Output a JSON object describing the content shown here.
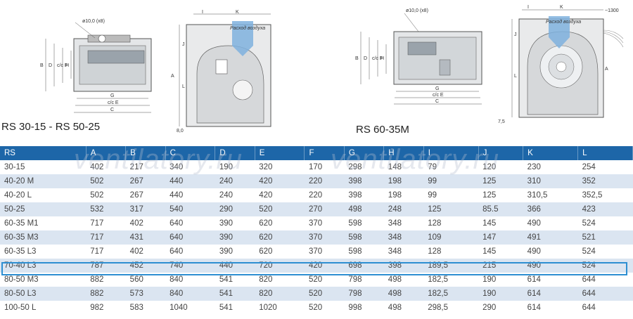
{
  "drawing_left": {
    "hole_label": "ø10,0 (x8)",
    "dims_front": [
      "B",
      "D",
      "c/c F",
      "H",
      "G",
      "c/c E",
      "C"
    ],
    "dims_side": [
      "I",
      "K",
      "J",
      "L",
      "A",
      "8,0"
    ],
    "airflow_label": "Расход воздуха",
    "model_label": "RS 30-15 - RS 50-25"
  },
  "drawing_right": {
    "hole_label": "ø10,0 (x8)",
    "cable_label": "~1300",
    "dims_front": [
      "B",
      "D",
      "c/c F",
      "H",
      "G",
      "c/c E",
      "C"
    ],
    "dims_side": [
      "I",
      "K",
      "J",
      "L",
      "A",
      "7,5"
    ],
    "airflow_label": "Расход воздуха",
    "model_label": "RS 60-35M"
  },
  "watermark": "ventilatory.ru",
  "colors": {
    "header": "#1d66a8",
    "row_alt": "#dbe5f1",
    "highlight": "#2e8fd2"
  },
  "table": {
    "headers": [
      "RS",
      "A",
      "B",
      "C",
      "D",
      "E",
      "F",
      "G",
      "H",
      "I",
      "J",
      "K",
      "L"
    ],
    "rows": [
      [
        "30-15",
        "402",
        "217",
        "340",
        "190",
        "320",
        "170",
        "298",
        "148",
        "79",
        "120",
        "230",
        "254"
      ],
      [
        "40-20 M",
        "502",
        "267",
        "440",
        "240",
        "420",
        "220",
        "398",
        "198",
        "99",
        "125",
        "310",
        "352"
      ],
      [
        "40-20 L",
        "502",
        "267",
        "440",
        "240",
        "420",
        "220",
        "398",
        "198",
        "99",
        "125",
        "310,5",
        "352,5"
      ],
      [
        "50-25",
        "532",
        "317",
        "540",
        "290",
        "520",
        "270",
        "498",
        "248",
        "125",
        "85.5",
        "366",
        "423"
      ],
      [
        "60-35 M1",
        "717",
        "402",
        "640",
        "390",
        "620",
        "370",
        "598",
        "348",
        "128",
        "145",
        "490",
        "524"
      ],
      [
        "60-35 M3",
        "717",
        "431",
        "640",
        "390",
        "620",
        "370",
        "598",
        "348",
        "109",
        "147",
        "491",
        "521"
      ],
      [
        "60-35 L3",
        "717",
        "402",
        "640",
        "390",
        "620",
        "370",
        "598",
        "348",
        "128",
        "145",
        "490",
        "524"
      ],
      [
        "70-40 L3",
        "787",
        "452",
        "740",
        "440",
        "720",
        "420",
        "698",
        "398",
        "189,5",
        "215",
        "490",
        "524"
      ],
      [
        "80-50 M3",
        "882",
        "560",
        "840",
        "541",
        "820",
        "520",
        "798",
        "498",
        "182,5",
        "190",
        "614",
        "644"
      ],
      [
        "80-50 L3",
        "882",
        "573",
        "840",
        "541",
        "820",
        "520",
        "798",
        "498",
        "182,5",
        "190",
        "614",
        "644"
      ],
      [
        "100-50 L",
        "982",
        "583",
        "1040",
        "541",
        "1020",
        "520",
        "998",
        "498",
        "298,5",
        "290",
        "614",
        "644"
      ]
    ],
    "highlighted_row": "70-40 L3"
  }
}
